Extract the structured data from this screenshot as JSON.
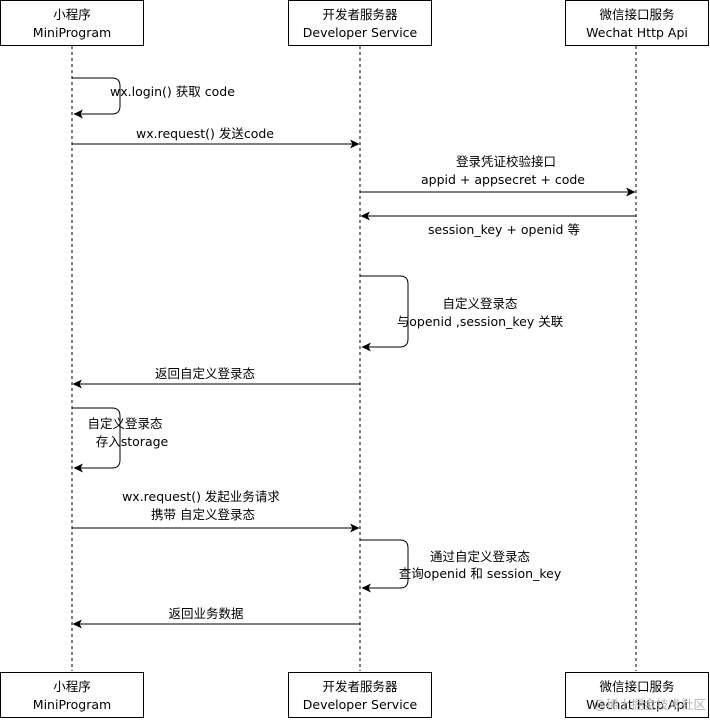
{
  "participants": [
    {
      "name": "小程序",
      "subtitle": "MiniProgram"
    },
    {
      "name": "开发者服务器",
      "subtitle": "Developer Service"
    },
    {
      "name": "微信接口服务",
      "subtitle": "Wechat Http Api"
    }
  ],
  "messages": [
    {
      "lines": [
        "wx.login() 获取 code"
      ]
    },
    {
      "lines": [
        "wx.request() 发送code"
      ]
    },
    {
      "lines": [
        "登录凭证校验接口",
        "appid + appsecret + code"
      ]
    },
    {
      "lines": [
        "session_key + openid 等"
      ]
    },
    {
      "lines": [
        "自定义登录态",
        "与openid ,session_key 关联"
      ]
    },
    {
      "lines": [
        "返回自定义登录态"
      ]
    },
    {
      "lines": [
        "自定义登录态",
        "存入storage"
      ]
    },
    {
      "lines": [
        "wx.request() 发起业务请求",
        "携带 自定义登录态"
      ]
    },
    {
      "lines": [
        "通过自定义登录态",
        "查询openid 和 session_key"
      ]
    },
    {
      "lines": [
        "返回业务数据"
      ]
    }
  ],
  "watermark": "@稀土掘金技术社区"
}
